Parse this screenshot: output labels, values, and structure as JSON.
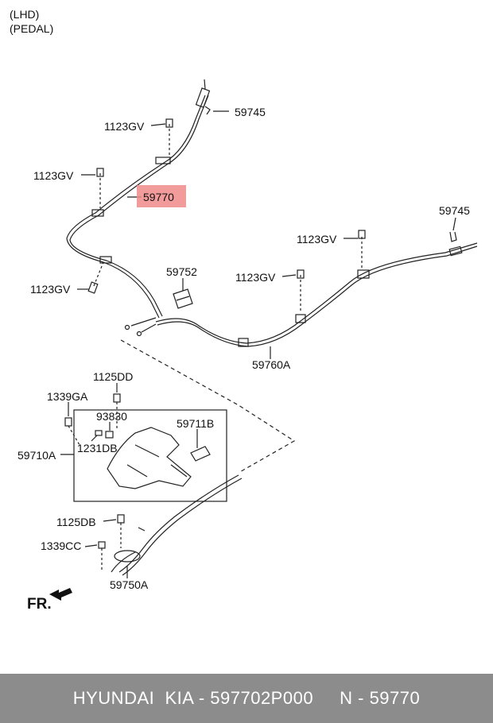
{
  "header": {
    "line1": "(LHD)",
    "line2": "(PEDAL)"
  },
  "labels": {
    "l_59745_top": "59745",
    "l_1123gv_1": "1123GV",
    "l_1123gv_2": "1123GV",
    "l_59770": "59770",
    "l_59745_right": "59745",
    "l_1123gv_3": "1123GV",
    "l_59752": "59752",
    "l_1123gv_4": "1123GV",
    "l_1123gv_5": "1123GV",
    "l_59760a": "59760A",
    "l_1125dd": "1125DD",
    "l_1339ga": "1339GA",
    "l_93830": "93830",
    "l_59711b": "59711B",
    "l_1231db": "1231DB",
    "l_59710a": "59710A",
    "l_1125db": "1125DB",
    "l_1339cc": "1339CC",
    "l_59750a": "59750A"
  },
  "direction_label": "FR.",
  "highlight_color": "#f08a8a",
  "footer": {
    "brand": "HYUNDAI  KIA - 597702P000",
    "part": "N - 59770"
  }
}
